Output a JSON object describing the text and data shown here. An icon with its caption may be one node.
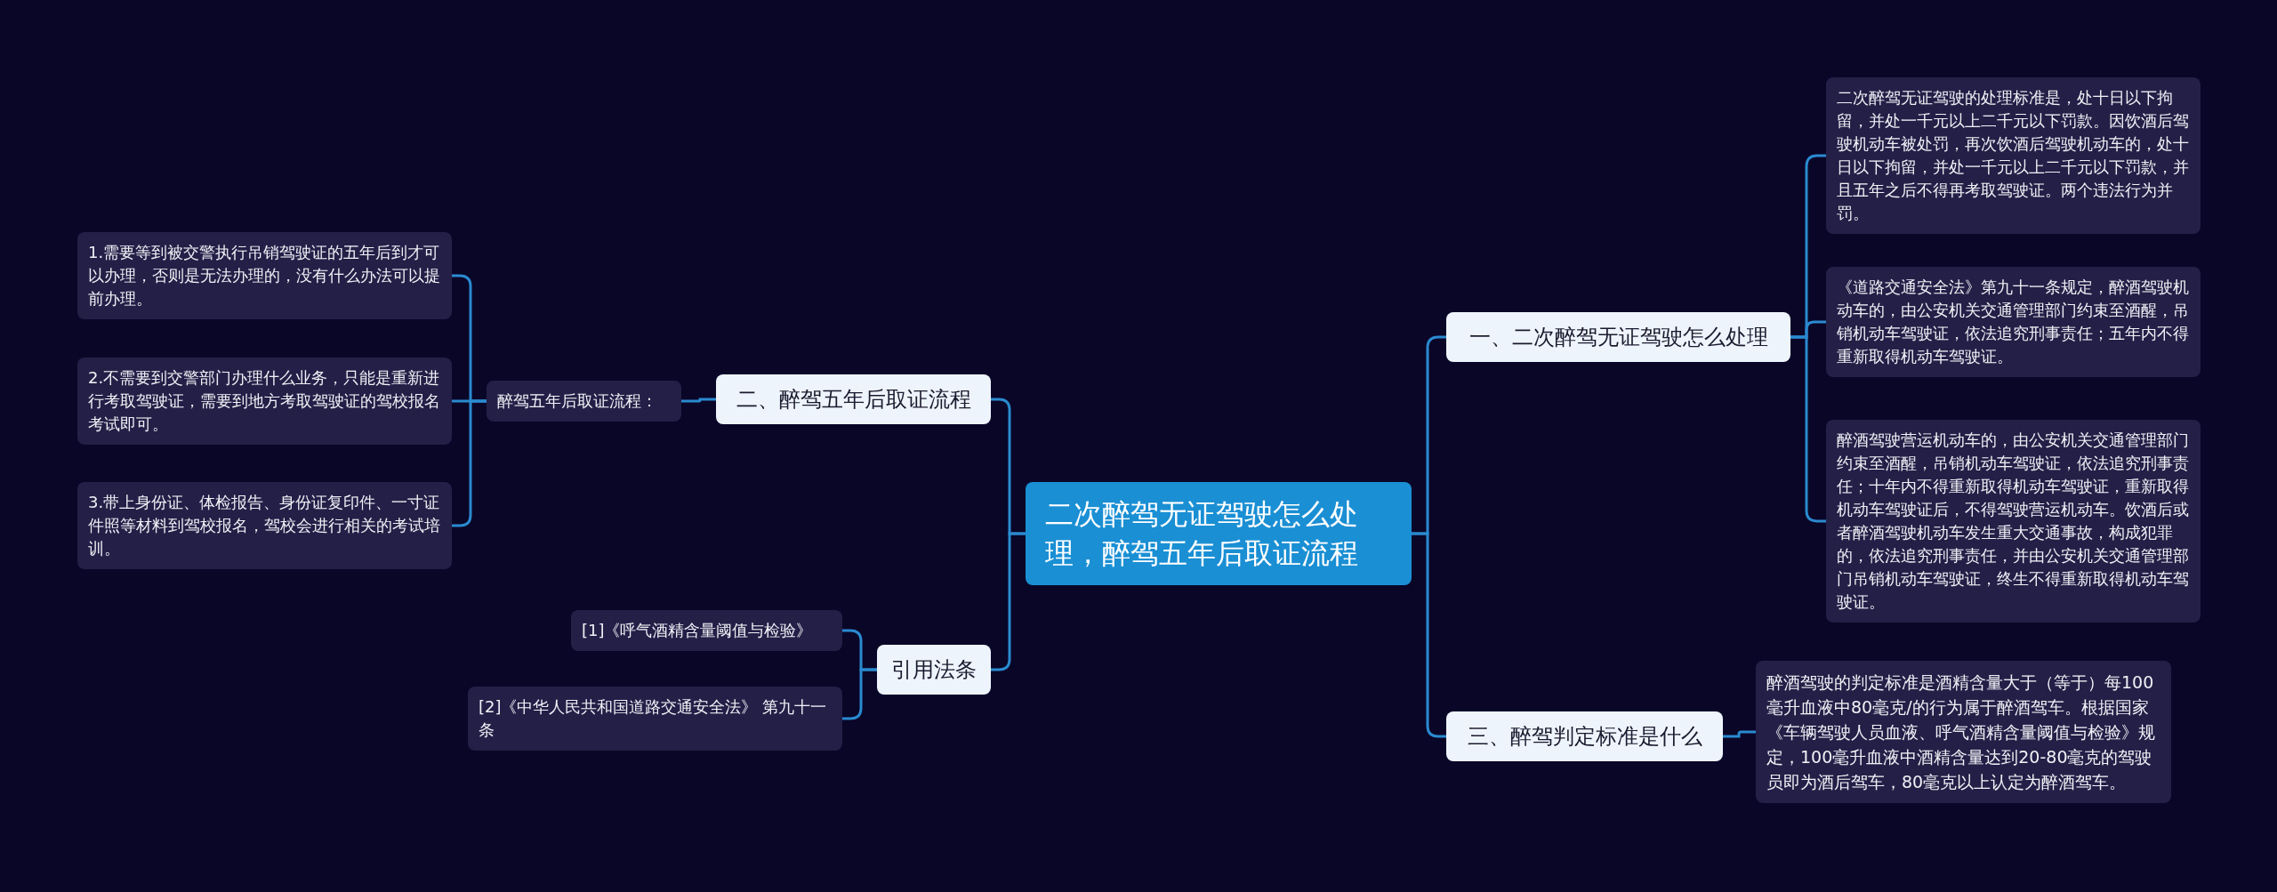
{
  "diagram": {
    "nodes": [
      {
        "text": [
          "二次醉驾无证驾驶怎么处理，醉驾五年后取证流程"
        ]
      },
      {
        "text": [
          "一、二次醉驾无证驾驶怎么处理"
        ]
      },
      {
        "text": [
          "二次醉驾无证驾驶的处理标准是，处十日以下拘留，并处一千元以上二千元以下罚款。因饮酒后驾驶机动车被处罚，再次饮酒后驾驶机动车的，处十日以下拘留，并处一千元以上二千元以下罚款，并且五年之后不得再考取驾驶证。两个违法行为并罚。"
        ]
      },
      {
        "text": [
          "《道路交通安全法》第九十一条规定，醉酒驾驶机动车的，由公安机关交通管理部门约束至酒醒，吊销机动车驾驶证，依法追究刑事责任；五年内不得重新取得机动车驾驶证。"
        ]
      },
      {
        "text": [
          "醉酒驾驶营运机动车的，由公安机关交通管理部门约束至酒醒，吊销机动车驾驶证，依法追究刑事责任；十年内不得重新取得机动车驾驶证，重新取得机动车驾驶证后，不得驾驶营运机动车。饮酒后或者醉酒驾驶机动车发生重大交通事故，构成犯罪的，依法追究刑事责任，并由公安机关交通管理部门吊销机动车驾驶证，终生不得重新取得机动车驾驶证。"
        ]
      },
      {
        "text": [
          "三、醉驾判定标准是什么"
        ]
      },
      {
        "text": [
          "醉酒驾驶的判定标准是酒精含量大于（等于）每100毫升血液中80毫克/的行为属于醉酒驾车。根据国家《车辆驾驶人员血液、呼气酒精含量阈值与检验》规定，100毫升血液中酒精含量达到20-80毫克的驾驶员即为酒后驾车，80毫克以上认定为醉酒驾车。"
        ]
      },
      {
        "text": [
          "二、醉驾五年后取证流程"
        ]
      },
      {
        "text": [
          "醉驾五年后取证流程："
        ]
      },
      {
        "text": [
          "1.需要等到被交警执行吊销驾驶证的五年后到才可以办理，否则是无法办理的，没有什么办法可以提前办理。"
        ]
      },
      {
        "text": [
          "2.不需要到交警部门办理什么业务，只能是重新进行考取驾驶证，需要到地方考取驾驶证的驾校报名考试即可。"
        ]
      },
      {
        "text": [
          "3.带上身份证、体检报告、身份证复印件、一寸证件照等材料到驾校报名，驾校会进行相关的考试培训。"
        ]
      },
      {
        "text": [
          "引用法条"
        ]
      },
      {
        "text": [
          "[1]《呼气酒精含量阈值与检验》"
        ]
      },
      {
        "text": [
          "[2]《中华人民共和国道路交通安全法》 第九十一条"
        ]
      }
    ],
    "edges": [
      {
        "from": 0,
        "to": 1,
        "arrow": "none"
      },
      {
        "from": 1,
        "to": 2,
        "arrow": "none"
      },
      {
        "from": 1,
        "to": 3,
        "arrow": "none"
      },
      {
        "from": 1,
        "to": 4,
        "arrow": "none"
      },
      {
        "from": 0,
        "to": 5,
        "arrow": "none"
      },
      {
        "from": 5,
        "to": 6,
        "arrow": "none"
      },
      {
        "from": 0,
        "to": 7,
        "arrow": "none"
      },
      {
        "from": 7,
        "to": 8,
        "arrow": "none"
      },
      {
        "from": 8,
        "to": 9,
        "arrow": "none"
      },
      {
        "from": 8,
        "to": 10,
        "arrow": "none"
      },
      {
        "from": 8,
        "to": 11,
        "arrow": "none"
      },
      {
        "from": 0,
        "to": 12,
        "arrow": "none"
      },
      {
        "from": 12,
        "to": 13,
        "arrow": "none"
      },
      {
        "from": 12,
        "to": 14,
        "arrow": "none"
      }
    ]
  }
}
